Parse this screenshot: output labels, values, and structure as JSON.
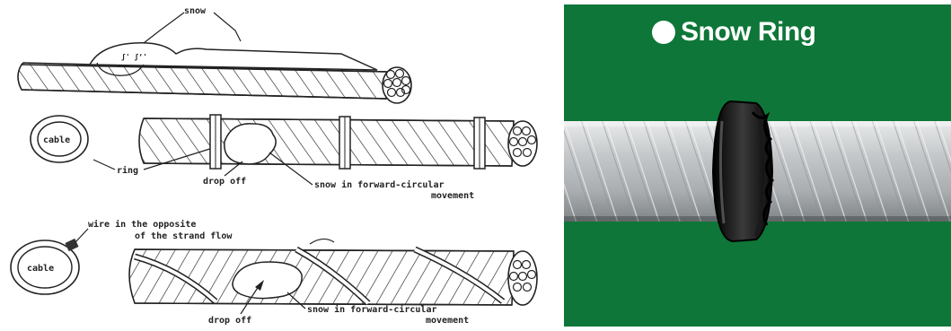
{
  "diagram": {
    "labels": {
      "snow": "snow",
      "cable_1": "cable",
      "ring": "ring",
      "drop_off_1": "drop off",
      "movement_1_line1": "snow in forward-circular",
      "movement_1_line2": "movement",
      "wire_line1": "wire in the opposite",
      "wire_line2": "of the strand flow",
      "cable_2": "cable",
      "drop_off_2": "drop off",
      "movement_2_line1": "snow in forward-circular",
      "movement_2_line2": "movement"
    }
  },
  "photo": {
    "title": "Snow Ring",
    "colors": {
      "background": "#0f7a3a",
      "cable": "#c9cbcc",
      "ring": "#111111"
    }
  }
}
